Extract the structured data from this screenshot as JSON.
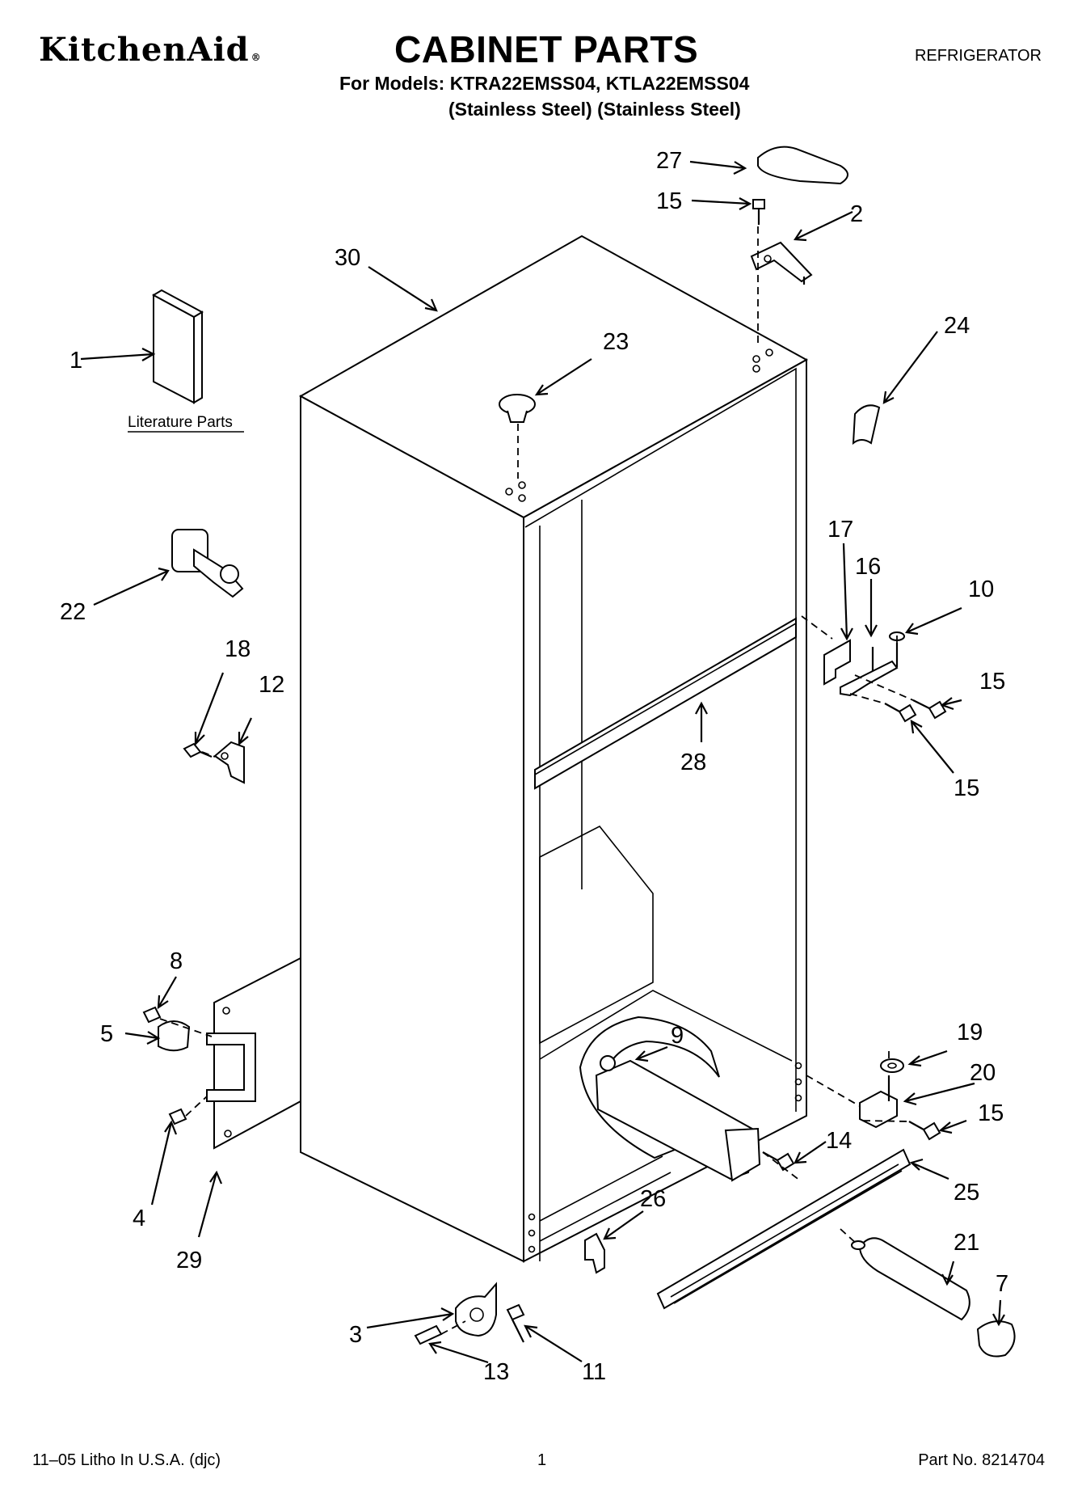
{
  "header": {
    "brand": "KitchenAid",
    "brand_mark": "®",
    "title": "CABINET PARTS",
    "category": "REFRIGERATOR",
    "models": "For Models: KTRA22EMSS04, KTLA22EMSS04",
    "variants": "(Stainless Steel)  (Stainless Steel)"
  },
  "diagram": {
    "literature_label": "Literature Parts",
    "callouts": [
      "1",
      "2",
      "3",
      "4",
      "5",
      "7",
      "8",
      "9",
      "10",
      "11",
      "12",
      "13",
      "14",
      "15",
      "15",
      "15",
      "15",
      "16",
      "17",
      "18",
      "19",
      "20",
      "21",
      "22",
      "23",
      "24",
      "25",
      "26",
      "27",
      "28",
      "29",
      "30"
    ]
  },
  "footer": {
    "left": "11–05 Litho In U.S.A. (djc)",
    "center": "1",
    "right": "Part No. 8214704"
  }
}
